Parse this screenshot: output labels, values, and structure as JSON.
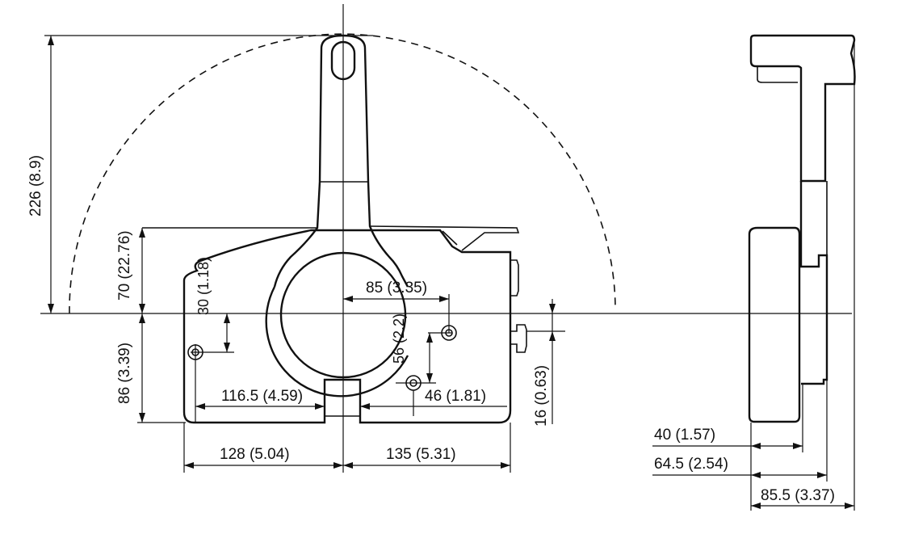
{
  "dimensions": {
    "height_total": "226 (8.9)",
    "height_upper": "70 (22.76)",
    "height_lower": "86 (3.39)",
    "hole_offset_vertical": "30 (1.18)",
    "hole_spacing_horizontal": "85 (3.35)",
    "hole_spacing_vertical": "56 (2.2)",
    "width_left": "128 (5.04)",
    "width_right": "135 (5.31)",
    "base_hole_left": "116.5 (4.59)",
    "base_hole_right": "46 (1.81)",
    "shaft_offset": "16 (0.63)",
    "side_depth_1": "40 (1.57)",
    "side_depth_2": "64.5 (2.54)",
    "side_depth_3": "85.5 (3.37)"
  }
}
